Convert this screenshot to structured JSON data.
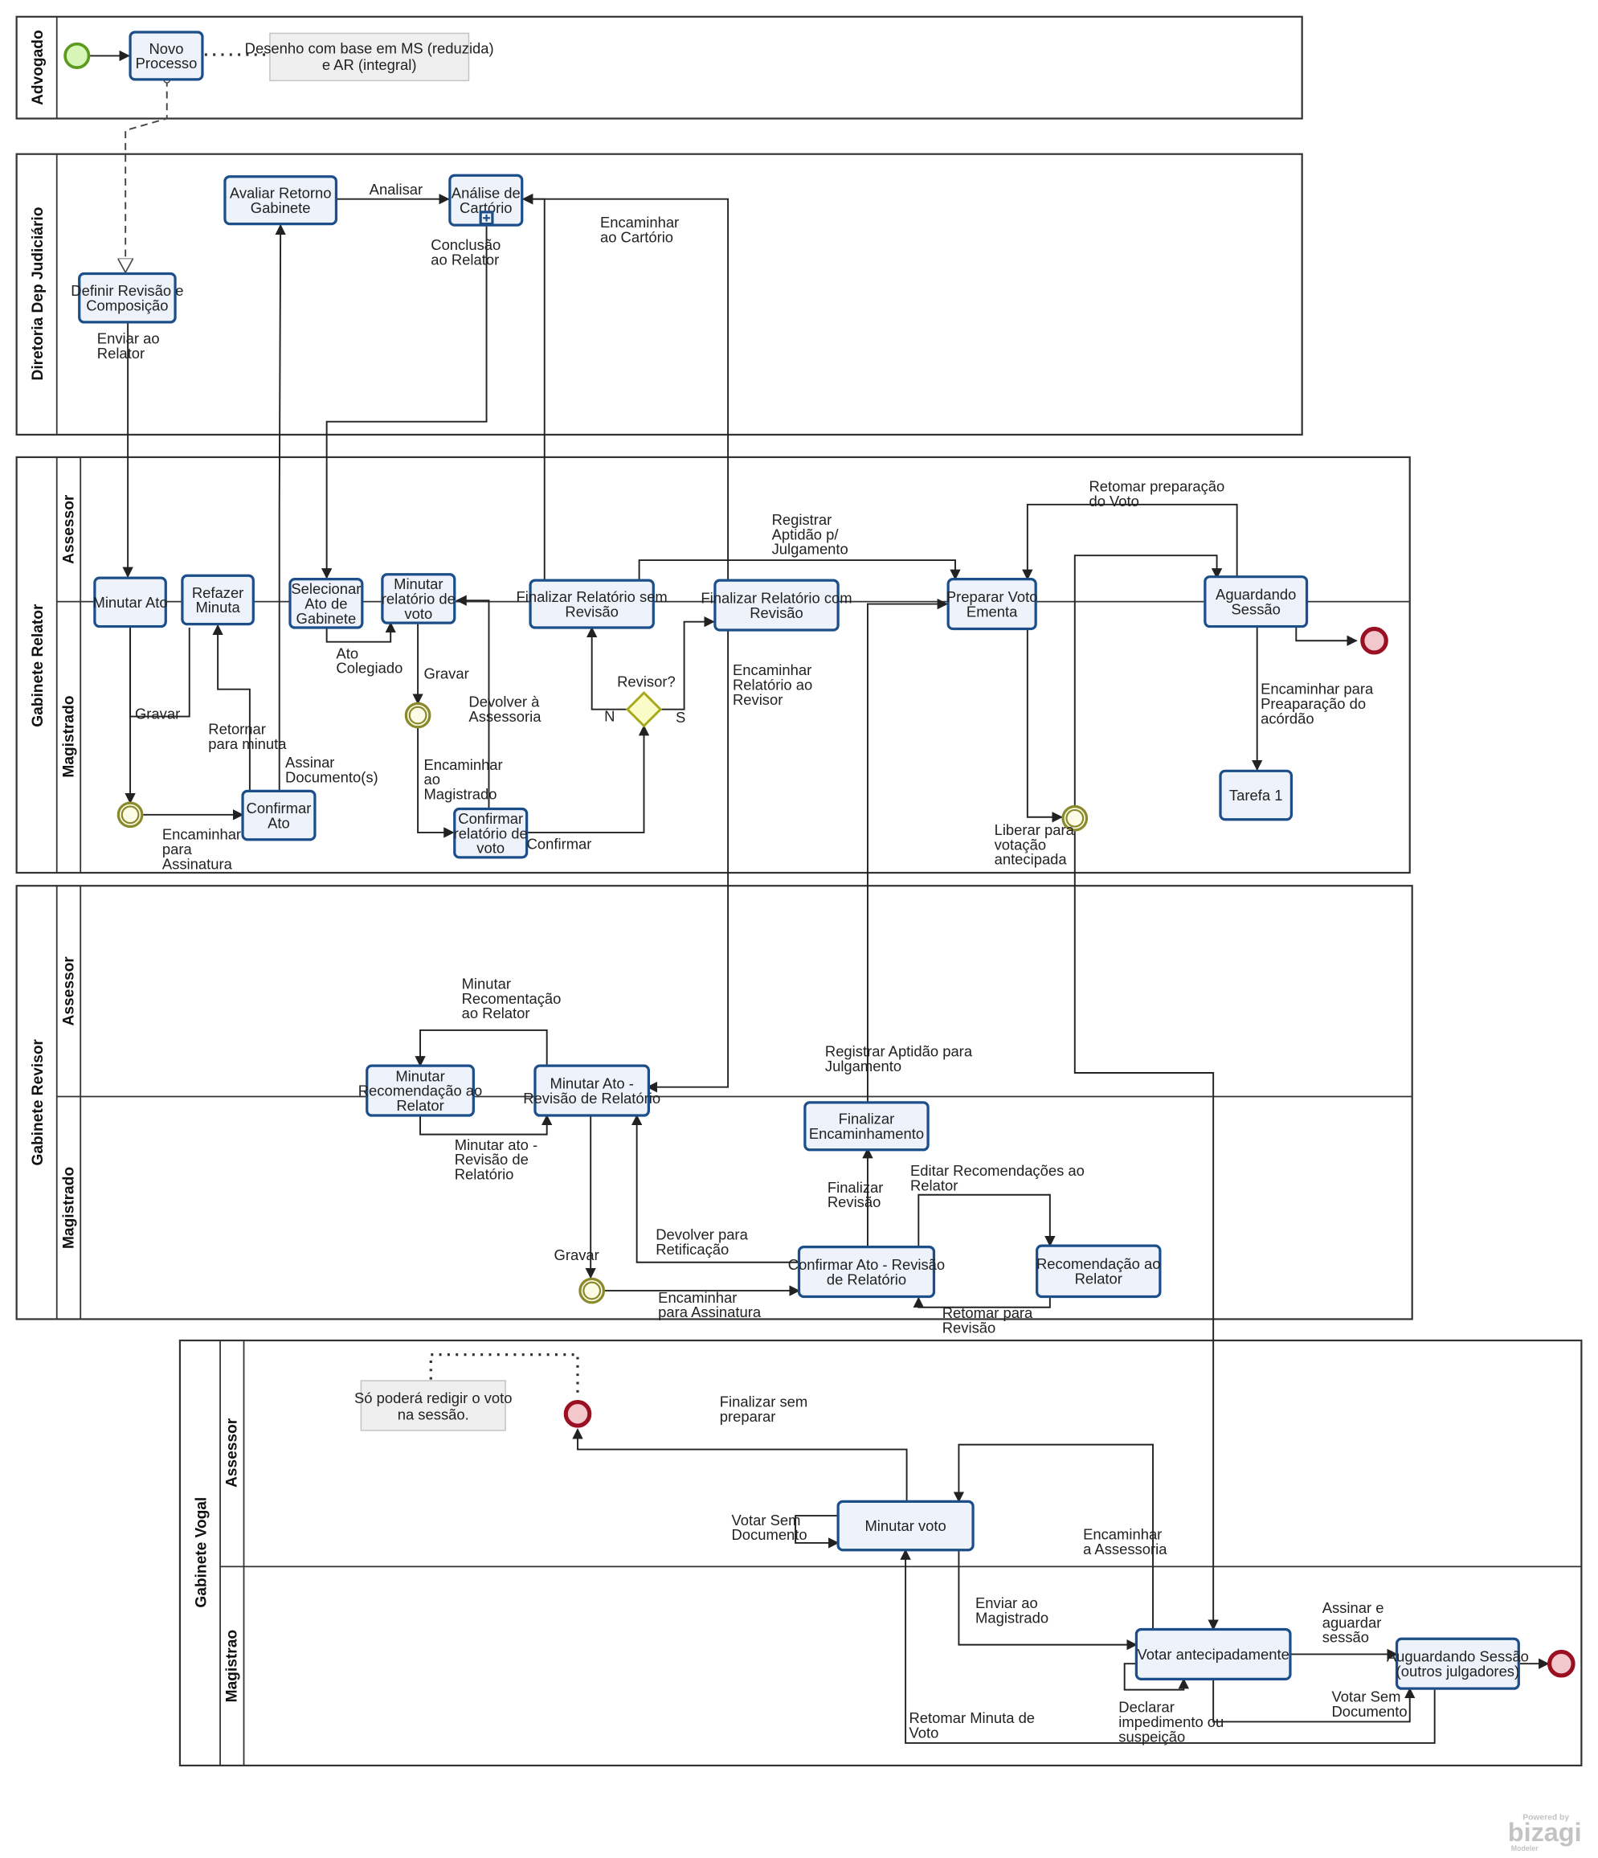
{
  "pools": {
    "advogado": "Advogado",
    "diretoria": "Diretoria Dep Judiciário",
    "relator": "Gabinete Relator",
    "revisor": "Gabinete Revisor",
    "vogal": "Gabinete Vogal"
  },
  "lanes": {
    "relator_assessor": "Assessor",
    "relator_magistrado": "Magistrado",
    "revisor_assessor": "Assessor",
    "revisor_magistrado": "Magistrado",
    "vogal_assessor": "Assessor",
    "vogal_magistrado": "Magistrao"
  },
  "tasks": {
    "novo_processo": [
      "Novo",
      "Processo"
    ],
    "definir_revisao": [
      "Definir Revisão e",
      "Composição"
    ],
    "avaliar_retorno": [
      "Avaliar Retorno",
      "Gabinete"
    ],
    "analise_cartorio": [
      "Análise de",
      "Cartório"
    ],
    "minutar_ato": [
      "Minutar Ato"
    ],
    "refazer_minuta": [
      "Refazer",
      "Minuta"
    ],
    "confirmar_ato": [
      "Confirmar",
      "Ato"
    ],
    "selecionar_ato": [
      "Selecionar",
      "Ato de",
      "Gabinete"
    ],
    "minutar_relatorio": [
      "Minutar",
      "relatório de",
      "voto"
    ],
    "confirmar_relatorio": [
      "Confirmar",
      "relatório de",
      "voto"
    ],
    "finalizar_sem_revisao": [
      "Finalizar Relatório sem",
      "Revisão"
    ],
    "finalizar_com_revisao": [
      "Finalizar Relatório com",
      "Revisão"
    ],
    "preparar_voto": [
      "Preparar Voto",
      "Ementa"
    ],
    "aguardando_sessao": [
      "Aguardando",
      "Sessão"
    ],
    "tarefa1": [
      "Tarefa 1"
    ],
    "minutar_recomendacao": [
      "Minutar",
      "Recomendação ao",
      "Relator"
    ],
    "minutar_ato_revisao": [
      "Minutar Ato -",
      "Revisão de Relatório"
    ],
    "finalizar_encaminhamento": [
      "Finalizar",
      "Encaminhamento"
    ],
    "confirmar_ato_revisao": [
      "Confirmar Ato - Revisão",
      "de Relatório"
    ],
    "recomendacao_relator": [
      "Recomendação ao",
      "Relator"
    ],
    "minutar_voto": [
      "Minutar voto"
    ],
    "votar_antecipadamente": [
      "Votar antecipadamente"
    ],
    "aguardando_sessao_outros": [
      "Auguardando Sessão",
      "(outros julgadores)"
    ]
  },
  "gateway": {
    "label": "Revisor?",
    "no": "N",
    "yes": "S"
  },
  "notes": {
    "ms_ar": [
      "Desenho com base em MS (reduzida)",
      "e AR (integral)"
    ],
    "redigir": [
      "Só poderá redigir o voto",
      "na sessão."
    ]
  },
  "labels": {
    "analisar": [
      "Analisar"
    ],
    "encaminhar_cartorio": [
      "Encaminhar",
      "ao Cartório"
    ],
    "conclusao_relator": [
      "Conclusão",
      "ao Relator"
    ],
    "enviar_relator": [
      "Enviar ao",
      "Relator"
    ],
    "gravar1": [
      "Gravar"
    ],
    "retornar_minuta": [
      "Retornar",
      "para minuta"
    ],
    "assinar_docs": [
      "Assinar",
      "Documento(s)"
    ],
    "encaminhar_assinatura1": [
      "Encaminhar",
      "para",
      "Assinatura"
    ],
    "ato_colegiado": [
      "Ato",
      "Colegiado"
    ],
    "gravar2": [
      "Gravar"
    ],
    "devolver_assessoria": [
      "Devolver à",
      "Assessoria"
    ],
    "encaminhar_magistrado": [
      "Encaminhar",
      "ao",
      "Magistrado"
    ],
    "confirmar": [
      "Confirmar"
    ],
    "registrar_aptidao": [
      "Registrar",
      "Aptidão p/",
      "Julgamento"
    ],
    "encaminhar_revisor": [
      "Encaminhar",
      "Relatório ao",
      "Revisor"
    ],
    "retomar_preparacao": [
      "Retomar preparação",
      "do Voto"
    ],
    "encaminhar_acordao": [
      "Encaminhar para",
      "Preaparação do",
      "acórdão"
    ],
    "liberar_votacao": [
      "Liberar para",
      "votação",
      "antecipada"
    ],
    "minutar_recomentacao": [
      "Minutar",
      "Recomentação",
      "ao Relator"
    ],
    "minutar_ato_revisao_lbl": [
      "Minutar ato -",
      "Revisão de",
      "Relatório"
    ],
    "registrar_aptidao2": [
      "Registrar Aptidão para",
      "Julgamento"
    ],
    "editar_recomendacoes": [
      "Editar Recomendações ao",
      "Relator"
    ],
    "finalizar_revisao": [
      "Finalizar",
      "Revisão"
    ],
    "devolver_retificacao": [
      "Devolver para",
      "Retificação"
    ],
    "gravar3": [
      "Gravar"
    ],
    "encaminhar_assinatura2": [
      "Encaminhar",
      "para Assinatura"
    ],
    "retomar_revisao": [
      "Retomar para",
      "Revisão"
    ],
    "finalizar_sem_preparar": [
      "Finalizar sem",
      "preparar"
    ],
    "votar_sem_documento1": [
      "Votar Sem",
      "Documento"
    ],
    "encaminhar_assessoria": [
      "Encaminhar",
      "a Assessoria"
    ],
    "enviar_magistrado": [
      "Enviar ao",
      "Magistrado"
    ],
    "assinar_aguardar": [
      "Assinar e",
      "aguardar",
      "sessão"
    ],
    "declarar_impedimento": [
      "Declarar",
      "impedimento ou",
      "suspeição"
    ],
    "votar_sem_documento2": [
      "Votar Sem",
      "Documento"
    ],
    "retomar_minuta_voto": [
      "Retomar Minuta de",
      "Voto"
    ]
  },
  "logo": {
    "powered": "Powered by",
    "brand": "bizagi",
    "product": "Modeler"
  },
  "colors": {
    "task_border": "#1c4f8a",
    "task_fill": "#eef3fb",
    "start": "#5a9a1c",
    "end": "#9a1022",
    "intermediate": "#8a8a2c",
    "gateway": "#a8a81c"
  }
}
